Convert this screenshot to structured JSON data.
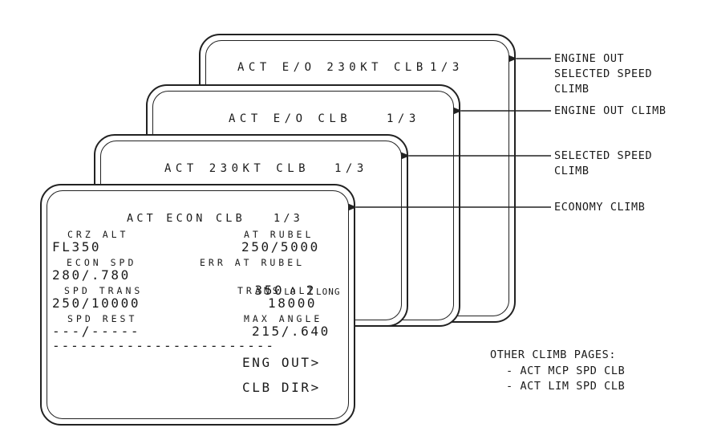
{
  "pages": {
    "eng_out_spd": {
      "title": "ACT E/O 230KT CLB",
      "page": "1/3"
    },
    "eng_out": {
      "title": "ACT E/O CLB",
      "page": "1/3"
    },
    "sel_spd": {
      "title": "ACT 230KT CLB",
      "page": "1/3"
    },
    "econ": {
      "title": "ACT ECON CLB",
      "page": "1/3",
      "rows": [
        {
          "left_label": "CRZ ALT",
          "right_label": "AT RUBEL",
          "left_value": "FL350",
          "right_value": "250/5000"
        },
        {
          "left_label": "ECON SPD",
          "right_label": "ERR AT RUBEL",
          "left_value": "280/.780",
          "right_value_main": "350",
          "right_value_lo": "LO",
          "right_value_mid": " 2",
          "right_value_long": "LONG"
        },
        {
          "left_label": "SPD TRANS",
          "right_label": "TRANS ALT",
          "left_value": "250/10000",
          "right_value": "18000"
        },
        {
          "left_label": "SPD REST",
          "right_label": "MAX ANGLE",
          "left_value": "---/-----",
          "right_value": "215/.640"
        }
      ],
      "divider": "------------------------",
      "prompts": [
        "ENG OUT>",
        "CLB DIR>"
      ]
    }
  },
  "callouts": {
    "engine_out_selected_speed": "ENGINE OUT\nSELECTED SPEED\nCLIMB",
    "engine_out_climb": "ENGINE OUT CLIMB",
    "selected_speed_climb": "SELECTED SPEED\nCLIMB",
    "economy_climb": "ECONOMY CLIMB"
  },
  "other_pages": {
    "heading": "OTHER CLIMB PAGES:",
    "items": [
      "- ACT MCP SPD CLB",
      "- ACT LIM SPD CLB"
    ]
  }
}
